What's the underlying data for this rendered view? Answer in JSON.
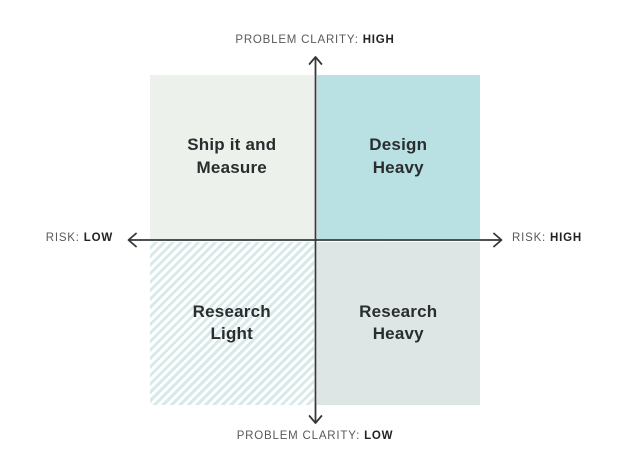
{
  "matrix": {
    "axes": {
      "top": {
        "prefix": "PROBLEM CLARITY:",
        "value": "HIGH"
      },
      "bottom": {
        "prefix": "PROBLEM CLARITY:",
        "value": "LOW"
      },
      "left": {
        "prefix": "RISK:",
        "value": "LOW"
      },
      "right": {
        "prefix": "RISK:",
        "value": "HIGH"
      }
    },
    "quadrants": [
      {
        "id": "ship-it-and-measure",
        "line1": "Ship it and",
        "line2": "Measure",
        "pattern": "solid",
        "bg": "#edf1ec"
      },
      {
        "id": "design-heavy",
        "line1": "Design",
        "line2": "Heavy",
        "pattern": "solid",
        "bg": "#b9e0e3"
      },
      {
        "id": "research-light",
        "line1": "Research",
        "line2": "Light",
        "pattern": "stripes",
        "stripe_bg": "#ffffff",
        "stripe_fg": "#d8e9e9"
      },
      {
        "id": "research-heavy",
        "line1": "Research",
        "line2": "Heavy",
        "pattern": "solid",
        "bg": "#dde6e5"
      }
    ],
    "colors": {
      "axis": "#34393c",
      "quadrant_text": "#2a2d2e",
      "axis_label_regular": "#58595b",
      "axis_label_bold": "#212325",
      "background": "#ffffff"
    }
  }
}
